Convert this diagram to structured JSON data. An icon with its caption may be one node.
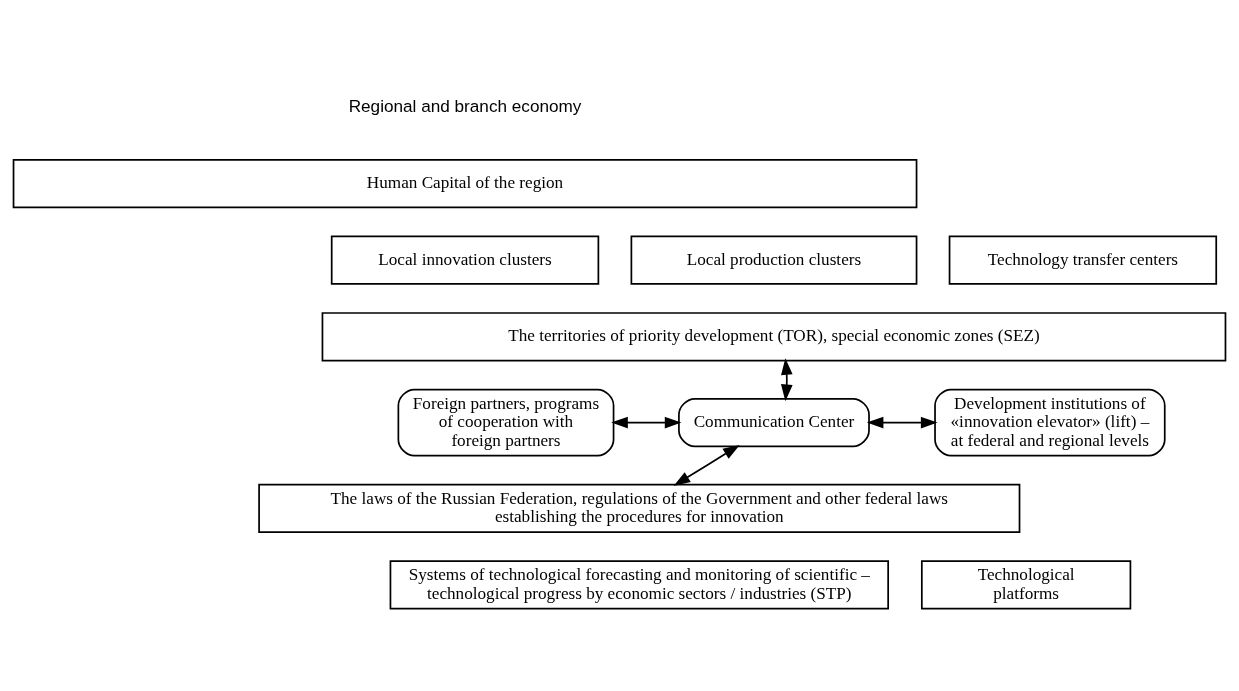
{
  "diagram": {
    "nodes": [
      {
        "text": [
          "Human Capital of the region"
        ]
      },
      {
        "text": [
          "Local production clusters"
        ]
      },
      {
        "text": [
          "Local innovation clusters"
        ]
      },
      {
        "text": [
          "Technology transfer centers"
        ]
      },
      {
        "text": [
          "The territories of priority development (TOR), special economic zones (SEZ)"
        ]
      },
      {
        "text": [
          "Foreign partners, programs of cooperation with foreign partners"
        ]
      },
      {
        "text": [
          "Communication Center"
        ]
      },
      {
        "text": [
          "Development institutions of «innovation elevator» (lift) – at federal and regional levels"
        ]
      },
      {
        "text": [
          "The laws of the Russian Federation, regulations of the Government and other federal laws establishing the procedures for innovation"
        ]
      },
      {
        "text": [
          "Technological platforms"
        ]
      },
      {
        "text": [
          "Systems of technological forecasting and monitoring of scientific – technological progress by economic sectors / industries (STP)"
        ]
      }
    ],
    "edges": [
      {
        "from": 6,
        "to": 4,
        "arrow": "both"
      },
      {
        "from": 5,
        "to": 6,
        "arrow": "both"
      },
      {
        "from": 6,
        "to": 7,
        "arrow": "both"
      },
      {
        "from": 6,
        "to": 8,
        "arrow": "both"
      }
    ],
    "labels": [
      "Regional and branch economy"
    ]
  }
}
